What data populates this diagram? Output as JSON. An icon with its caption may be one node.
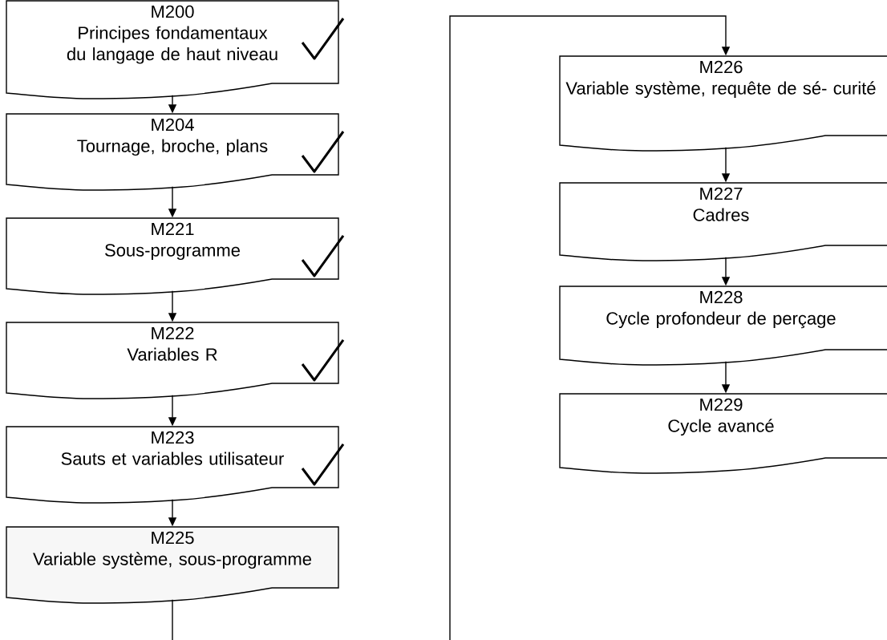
{
  "diagram": {
    "nodes": [
      {
        "text": [
          "M200",
          "Principes fondamentaux du langage de haut niveau"
        ]
      },
      {
        "text": [
          "M204",
          "Tournage, broche, plans"
        ]
      },
      {
        "text": [
          "M221",
          "Sous-programme"
        ]
      },
      {
        "text": [
          "M222",
          "Variables R"
        ]
      },
      {
        "text": [
          "M223",
          "Sauts et variables utilisateur"
        ]
      },
      {
        "text": [
          "M225",
          "Variable système, sous-programme"
        ]
      },
      {
        "text": [
          "M226",
          "Variable système, requête de sé- curité"
        ]
      },
      {
        "text": [
          "M227",
          "Cadres"
        ]
      },
      {
        "text": [
          "M228",
          "Cycle profondeur de perçage"
        ]
      },
      {
        "text": [
          "M229",
          "Cycle avancé"
        ]
      }
    ],
    "edges": [
      {
        "from": 0,
        "to": 1,
        "arrow": "to"
      },
      {
        "from": 1,
        "to": 2,
        "arrow": "to"
      },
      {
        "from": 2,
        "to": 3,
        "arrow": "to"
      },
      {
        "from": 3,
        "to": 4,
        "arrow": "to"
      },
      {
        "from": 4,
        "to": 5,
        "arrow": "to"
      },
      {
        "from": 5,
        "to": 6,
        "arrow": "to"
      },
      {
        "from": 6,
        "to": 7,
        "arrow": "to"
      },
      {
        "from": 7,
        "to": 8,
        "arrow": "to"
      },
      {
        "from": 8,
        "to": 9,
        "arrow": "to"
      }
    ]
  }
}
